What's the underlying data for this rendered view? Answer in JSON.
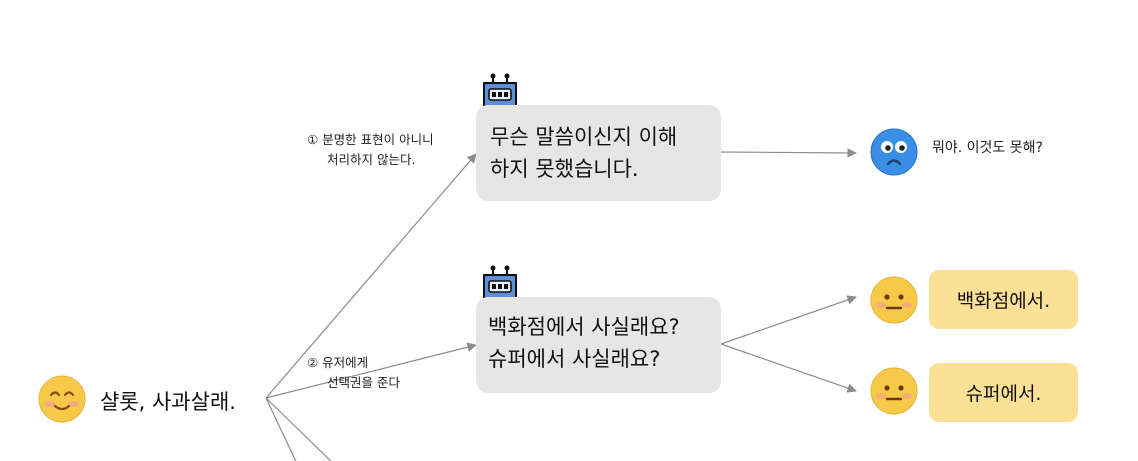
{
  "user": {
    "utterance": "샬롯, 사과살래."
  },
  "branches": [
    {
      "note_lines": [
        "① 분명한 표현이 아니니",
        "처리하지 않는다."
      ],
      "bot_lines": [
        "무슨 말씀이신지 이해",
        "하지 못했습니다."
      ],
      "reactions": [
        {
          "face": "confused-face-icon",
          "text": "뭐야. 이것도 못해?"
        }
      ]
    },
    {
      "note_lines": [
        "② 유저에게",
        "선택권을 준다"
      ],
      "bot_lines": [
        "백화점에서 사실래요?",
        "슈퍼에서 사실래요?"
      ],
      "reactions": [
        {
          "face": "neutral-face-icon",
          "text": "백화점에서."
        },
        {
          "face": "neutral-face-icon",
          "text": "슈퍼에서."
        }
      ]
    }
  ],
  "colors": {
    "bot_bubble": "#e6e6e6",
    "user_reply_bubble": "#fbe095",
    "arrow": "#8c8c8c",
    "robot": "#5b8fd6",
    "emoji": "#f7c948",
    "confused_emoji": "#3a8ee6"
  }
}
